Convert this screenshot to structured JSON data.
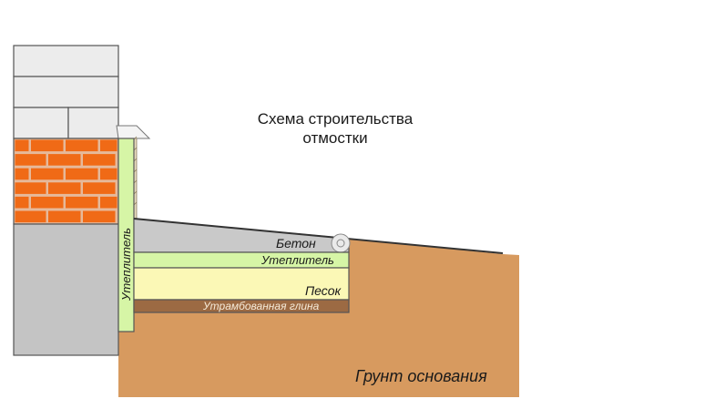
{
  "title": {
    "line1": "Схема строительства",
    "line2": "отмостки"
  },
  "layers": {
    "concrete": "Бетон",
    "insulation_horizontal": "Утеплитель",
    "sand": "Песок",
    "clay": "Утрамбованная глина",
    "insulation_vertical": "Утеплитель",
    "ground": "Грунт основания"
  },
  "colors": {
    "block": "#ececec",
    "brick": "#f06a16",
    "mortar": "#e6b99a",
    "foundation": "#c4c4c4",
    "insulation": "#d6f5a6",
    "sand": "#fbf8b6",
    "clay": "#9c6a43",
    "ground": "#d79a5f",
    "concrete": "#c9c9c9",
    "outline": "#555555"
  }
}
